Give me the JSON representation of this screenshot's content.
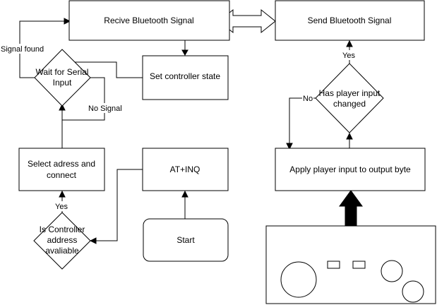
{
  "nodes": {
    "receive": "Recive Bluetooth Signal",
    "send": "Send Bluetooth Signal",
    "set_state": "Set controller state",
    "wait_line1": "Wait for Serial",
    "wait_line2": "Input",
    "has_changed_line1": "Has player input",
    "has_changed_line2": "changed",
    "select_line1": "Select adress and",
    "select_line2": "connect",
    "at_inq": "AT+INQ",
    "apply": "Apply player input to output byte",
    "is_ctrl_line1": "Is Controller",
    "is_ctrl_line2": "address",
    "is_ctrl_line3": "avaliable",
    "start": "Start"
  },
  "edge_labels": {
    "signal_found": "Signal found",
    "no_signal": "No Signal",
    "yes_send": "Yes",
    "no_apply": "No",
    "yes_select": "Yes"
  }
}
